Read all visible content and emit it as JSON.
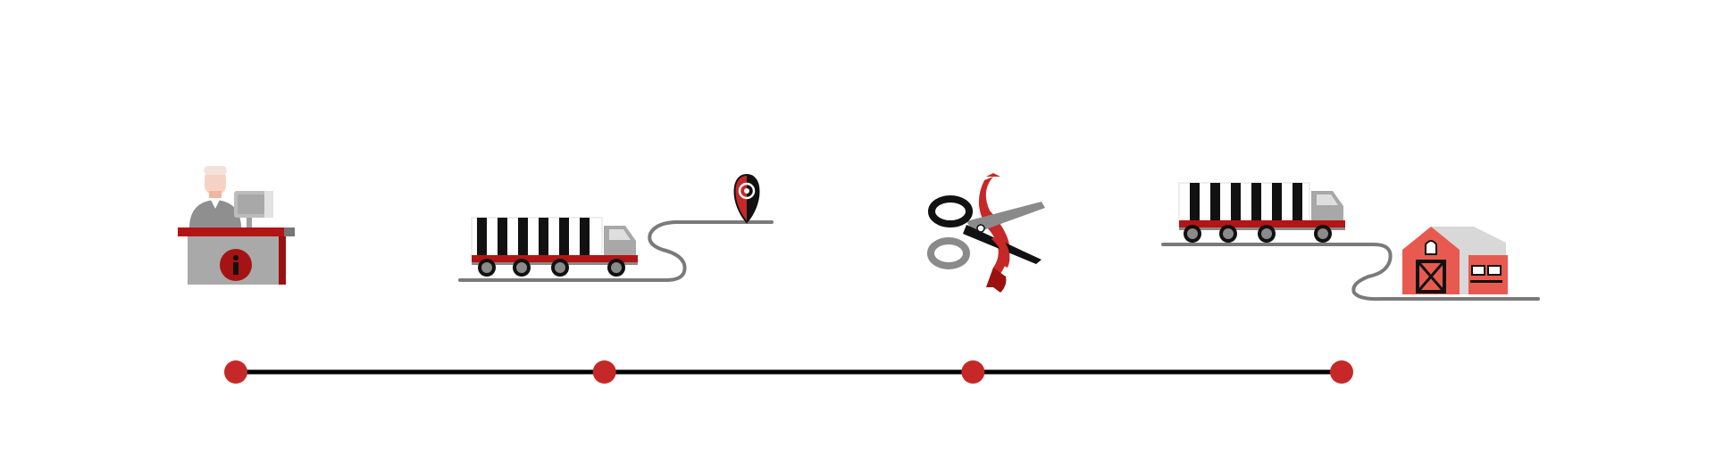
{
  "diagram": {
    "steps": [
      {
        "id": "info-desk",
        "icon": "information-desk-icon"
      },
      {
        "id": "truck-to-location",
        "icon": "truck-route-icon"
      },
      {
        "id": "ribbon-cutting",
        "icon": "scissors-ribbon-icon"
      },
      {
        "id": "truck-to-barn",
        "icon": "truck-barn-icon"
      }
    ],
    "timeline": {
      "node_count": 4,
      "line_color": "#000000",
      "node_color": "#c62828"
    },
    "colors": {
      "primary_red": "#c62828",
      "dark_red": "#9b1010",
      "barn_red": "#e85a4f",
      "grey": "#8a8a8a",
      "light_grey": "#d0d0d0",
      "black": "#111111",
      "white": "#ffffff",
      "skin": "#f6c6b4"
    }
  }
}
